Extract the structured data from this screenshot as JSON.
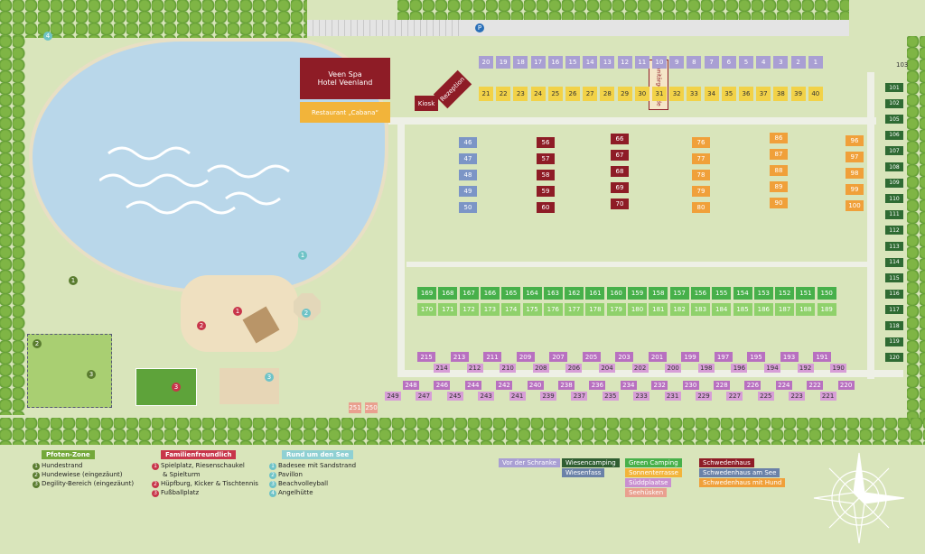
{
  "labels": {
    "spa": "Veen Spa\nHotel Veenland",
    "restaurant": "Restaurant „Cabana“",
    "kiosk": "Kiosk",
    "reception": "Rezeption",
    "sanitary": "Sanitärgebäude"
  },
  "colors": {
    "lila": "#a99fd3",
    "gelb": "#f2d248",
    "orange": "#f0a03a",
    "rot": "#8e1c26",
    "blau": "#7c95c6",
    "gruen": "#47b04a",
    "gruenhell": "#8fd16b",
    "pink": "#d79ed7",
    "pinkdunkel": "#b870c0",
    "salmon": "#e9a08f"
  },
  "rows": {
    "top_lila": [
      "20",
      "19",
      "18",
      "17",
      "16",
      "15",
      "14",
      "13",
      "12",
      "11",
      "10",
      "9",
      "8",
      "7",
      "6",
      "5",
      "4",
      "3",
      "2",
      "1"
    ],
    "yellow": [
      "21",
      "22",
      "23",
      "24",
      "25",
      "26",
      "27",
      "28",
      "29",
      "30",
      "31",
      "32",
      "33",
      "34",
      "35",
      "36",
      "37",
      "38",
      "39",
      "40"
    ],
    "blue_col": [
      "46",
      "47",
      "48",
      "49",
      "50"
    ],
    "red_col1": [
      "56",
      "57",
      "58",
      "59",
      "60"
    ],
    "red_col2": [
      "66",
      "67",
      "68",
      "69",
      "70"
    ],
    "orange_col1": [
      "76",
      "77",
      "78",
      "79",
      "80"
    ],
    "orange_col2": [
      "86",
      "87",
      "88",
      "89",
      "90"
    ],
    "orange_col3": [
      "96",
      "97",
      "98",
      "99",
      "100"
    ],
    "green_top": [
      "169",
      "168",
      "167",
      "166",
      "165",
      "164",
      "163",
      "162",
      "161",
      "160",
      "159",
      "158",
      "157",
      "156",
      "155",
      "154",
      "153",
      "152",
      "151",
      "150"
    ],
    "green_bottom": [
      "170",
      "171",
      "172",
      "173",
      "174",
      "175",
      "176",
      "177",
      "178",
      "179",
      "180",
      "181",
      "182",
      "183",
      "184",
      "185",
      "186",
      "187",
      "188",
      "189"
    ],
    "pink_top": [
      "215",
      "213",
      "211",
      "209",
      "207",
      "205",
      "203",
      "201",
      "199",
      "197",
      "195",
      "193",
      "191"
    ],
    "pink_bottom": [
      "214",
      "212",
      "210",
      "208",
      "206",
      "204",
      "202",
      "200",
      "198",
      "196",
      "194",
      "192",
      "190"
    ],
    "pink2_top": [
      "248",
      "246",
      "244",
      "242",
      "240",
      "238",
      "236",
      "234",
      "232",
      "230",
      "228",
      "226",
      "224",
      "222",
      "220"
    ],
    "pink2_bottom": [
      "249",
      "247",
      "245",
      "243",
      "241",
      "239",
      "237",
      "235",
      "233",
      "231",
      "229",
      "227",
      "225",
      "223",
      "221"
    ],
    "salmon": [
      "251",
      "250"
    ],
    "right_col": [
      "101",
      "102",
      "105",
      "106",
      "107",
      "108",
      "109",
      "110",
      "111",
      "112",
      "113",
      "114",
      "115",
      "116",
      "117",
      "118",
      "119",
      "120"
    ],
    "corner": [
      "103"
    ]
  },
  "legend": {
    "pfoten": {
      "title": "Pfoten-Zone",
      "items": [
        "Hundestrand",
        "Hundewiese (eingezäunt)",
        "Degility-Bereich (eingezäunt)"
      ]
    },
    "familie": {
      "title": "Familienfreundlich",
      "items": [
        "Spielplatz, Riesenschaukel",
        "& Spielturm",
        "Hüpfburg, Kicker & Tischtennis",
        "Fußballplatz"
      ]
    },
    "see": {
      "title": "Rund um den See",
      "items": [
        "Badesee mit Sandstrand",
        "Pavillon",
        "Beachvolleyball",
        "Angelhütte"
      ]
    }
  },
  "categories": [
    {
      "label": "Vor der Schranke",
      "color": "#a99fd3"
    },
    {
      "label": "Wiesencamping",
      "color": "#2f5e32"
    },
    {
      "label": "Wiesenfass",
      "color": "#6b82a8"
    },
    {
      "label": "Green Camping",
      "color": "#47b04a"
    },
    {
      "label": "Sonnenterrasse",
      "color": "#f2b43a"
    },
    {
      "label": "Süddplaatse",
      "color": "#c98fd0"
    },
    {
      "label": "Seehüsken",
      "color": "#e9a08f"
    },
    {
      "label": "Schwedenhaus",
      "color": "#8e1c26"
    },
    {
      "label": "Schwedenhaus am See",
      "color": "#6b82a8"
    },
    {
      "label": "Schwedenhaus mit Hund",
      "color": "#f0a03a"
    }
  ],
  "lake_pois": [
    "1",
    "2",
    "3",
    "4"
  ]
}
